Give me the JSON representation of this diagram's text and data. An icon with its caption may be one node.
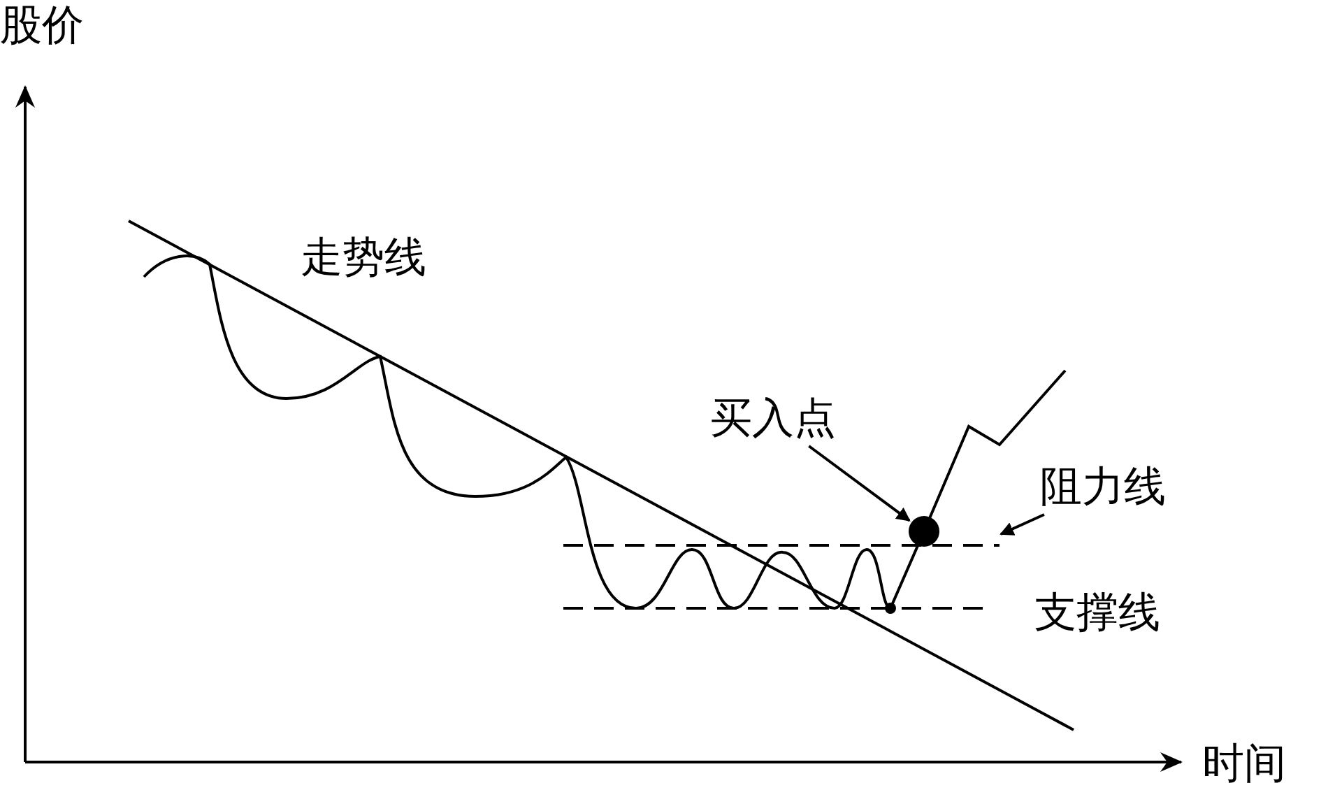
{
  "diagram": {
    "nodes": [
      {
        "text": [
          "买入点"
        ]
      },
      {
        "text": [],
        "shape": "circle"
      },
      {
        "text": [
          "阻力线"
        ]
      }
    ],
    "edges": [
      {
        "from": 0,
        "to": 1,
        "arrow": "to"
      },
      {
        "from": 2,
        "to": null,
        "arrow": "to"
      }
    ],
    "labels": [
      "股价",
      "走势线",
      "支撑线",
      "时间"
    ]
  }
}
